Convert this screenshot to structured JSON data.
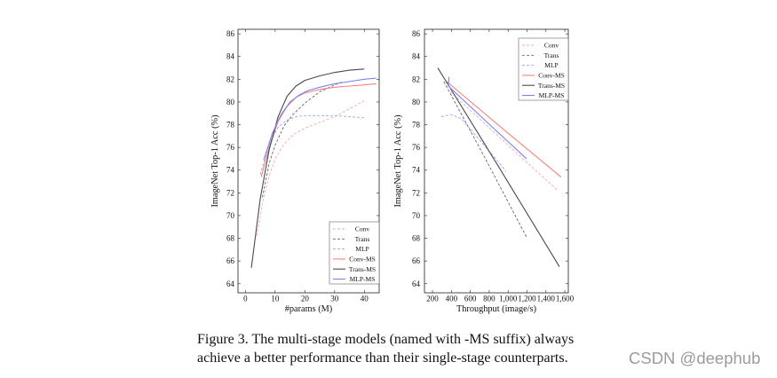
{
  "caption": [
    "Figure 3. The multi-stage models (named with -MS suffix) always",
    "achieve a better performance than their single-stage counterparts."
  ],
  "watermark": "CSDN @deephub",
  "chart_data": [
    {
      "type": "line",
      "xlabel": "#params (M)",
      "ylabel": "ImageNet Top-1 Acc (%)",
      "xlim": [
        -2.5,
        45
      ],
      "ylim": [
        63.2,
        86.4
      ],
      "xticks": [
        0,
        10,
        20,
        30,
        40
      ],
      "xticklabels": [
        "0",
        "10",
        "20",
        "30",
        "40"
      ],
      "yticks": [
        64,
        66,
        68,
        70,
        72,
        74,
        76,
        78,
        80,
        82,
        84,
        86
      ],
      "grid": false,
      "legend": "bottom-right",
      "series": [
        {
          "name": "Conv",
          "color": "#f4a9a8",
          "dashed": true,
          "x": [
            3.8,
            6,
            8,
            10,
            13,
            16,
            20,
            25,
            30,
            35,
            40
          ],
          "y": [
            68.2,
            71.4,
            73.5,
            75.0,
            76.3,
            77.1,
            77.7,
            78.2,
            78.7,
            79.4,
            80.1
          ]
        },
        {
          "name": "Trans",
          "color": "#666666",
          "dashed": true,
          "x": [
            5.7,
            8,
            10,
            13,
            16,
            20,
            25,
            30,
            33
          ],
          "y": [
            71.6,
            74.6,
            76.2,
            77.9,
            78.9,
            79.9,
            80.9,
            81.5,
            81.8
          ]
        },
        {
          "name": "MLP",
          "color": "#97a3ef",
          "dashed": true,
          "x": [
            5,
            8,
            11,
            14,
            17,
            20,
            25,
            30,
            35,
            40
          ],
          "y": [
            73.6,
            76.3,
            77.8,
            78.4,
            78.7,
            78.8,
            78.8,
            78.8,
            78.7,
            78.6
          ]
        },
        {
          "name": "Conv-MS",
          "color": "#f4837d",
          "dashed": false,
          "x": [
            5.3,
            8,
            11,
            14,
            17,
            20,
            25,
            30,
            35,
            40,
            44
          ],
          "y": [
            73.4,
            76.0,
            78.3,
            79.6,
            80.4,
            80.8,
            81.1,
            81.3,
            81.4,
            81.5,
            81.6
          ]
        },
        {
          "name": "Trans-MS",
          "color": "#4a4a4a",
          "dashed": false,
          "x": [
            2,
            5,
            8,
            11,
            14,
            17,
            20,
            25,
            30,
            35,
            40
          ],
          "y": [
            65.4,
            71.5,
            75.8,
            78.7,
            80.5,
            81.4,
            81.9,
            82.3,
            82.6,
            82.8,
            82.9
          ]
        },
        {
          "name": "MLP-MS",
          "color": "#7a84f0",
          "dashed": false,
          "x": [
            6.2,
            9,
            12,
            15,
            18,
            21,
            25,
            30,
            35,
            40,
            44
          ],
          "y": [
            74.9,
            77.2,
            78.9,
            80.0,
            80.6,
            81.0,
            81.3,
            81.6,
            81.8,
            82.0,
            82.1
          ]
        }
      ]
    },
    {
      "type": "line",
      "xlabel": "Throughput (image/s)",
      "ylabel": "ImageNet Top-1 Acc (%)",
      "xlim": [
        115,
        1637
      ],
      "ylim": [
        63.2,
        86.4
      ],
      "xticks": [
        200,
        400,
        600,
        800,
        1000,
        1200,
        1400,
        1600
      ],
      "xticklabels": [
        "200",
        "400",
        "600",
        "800",
        "1,000",
        "1,200",
        "1,400",
        "1,600"
      ],
      "yticks": [
        64,
        66,
        68,
        70,
        72,
        74,
        76,
        78,
        80,
        82,
        84,
        86
      ],
      "grid": false,
      "legend": "top-right",
      "series": [
        {
          "name": "Conv",
          "color": "#f4a9a8",
          "dashed": true,
          "x": [
            390,
            960,
            1525
          ],
          "y": [
            80.9,
            76.5,
            72.2
          ]
        },
        {
          "name": "Trans",
          "color": "#666666",
          "dashed": true,
          "x": [
            320,
            760,
            1195
          ],
          "y": [
            81.8,
            75.0,
            68.1
          ]
        },
        {
          "name": "MLP",
          "color": "#97a3ef",
          "dashed": true,
          "x": [
            294,
            397,
            510,
            980
          ],
          "y": [
            78.7,
            78.9,
            78.5,
            73.9
          ]
        },
        {
          "name": "Conv-MS",
          "color": "#f4837d",
          "dashed": false,
          "x": [
            350,
            950,
            1560
          ],
          "y": [
            81.8,
            77.6,
            73.4
          ]
        },
        {
          "name": "Trans-MS",
          "color": "#4a4a4a",
          "dashed": false,
          "x": [
            256,
            900,
            1543
          ],
          "y": [
            83.0,
            74.3,
            65.5
          ]
        },
        {
          "name": "MLP-MS",
          "color": "#7a84f0",
          "dashed": false,
          "x": [
            375,
            368,
            780,
            1195
          ],
          "y": [
            82.2,
            81.4,
            78.2,
            75.0
          ]
        }
      ]
    }
  ]
}
